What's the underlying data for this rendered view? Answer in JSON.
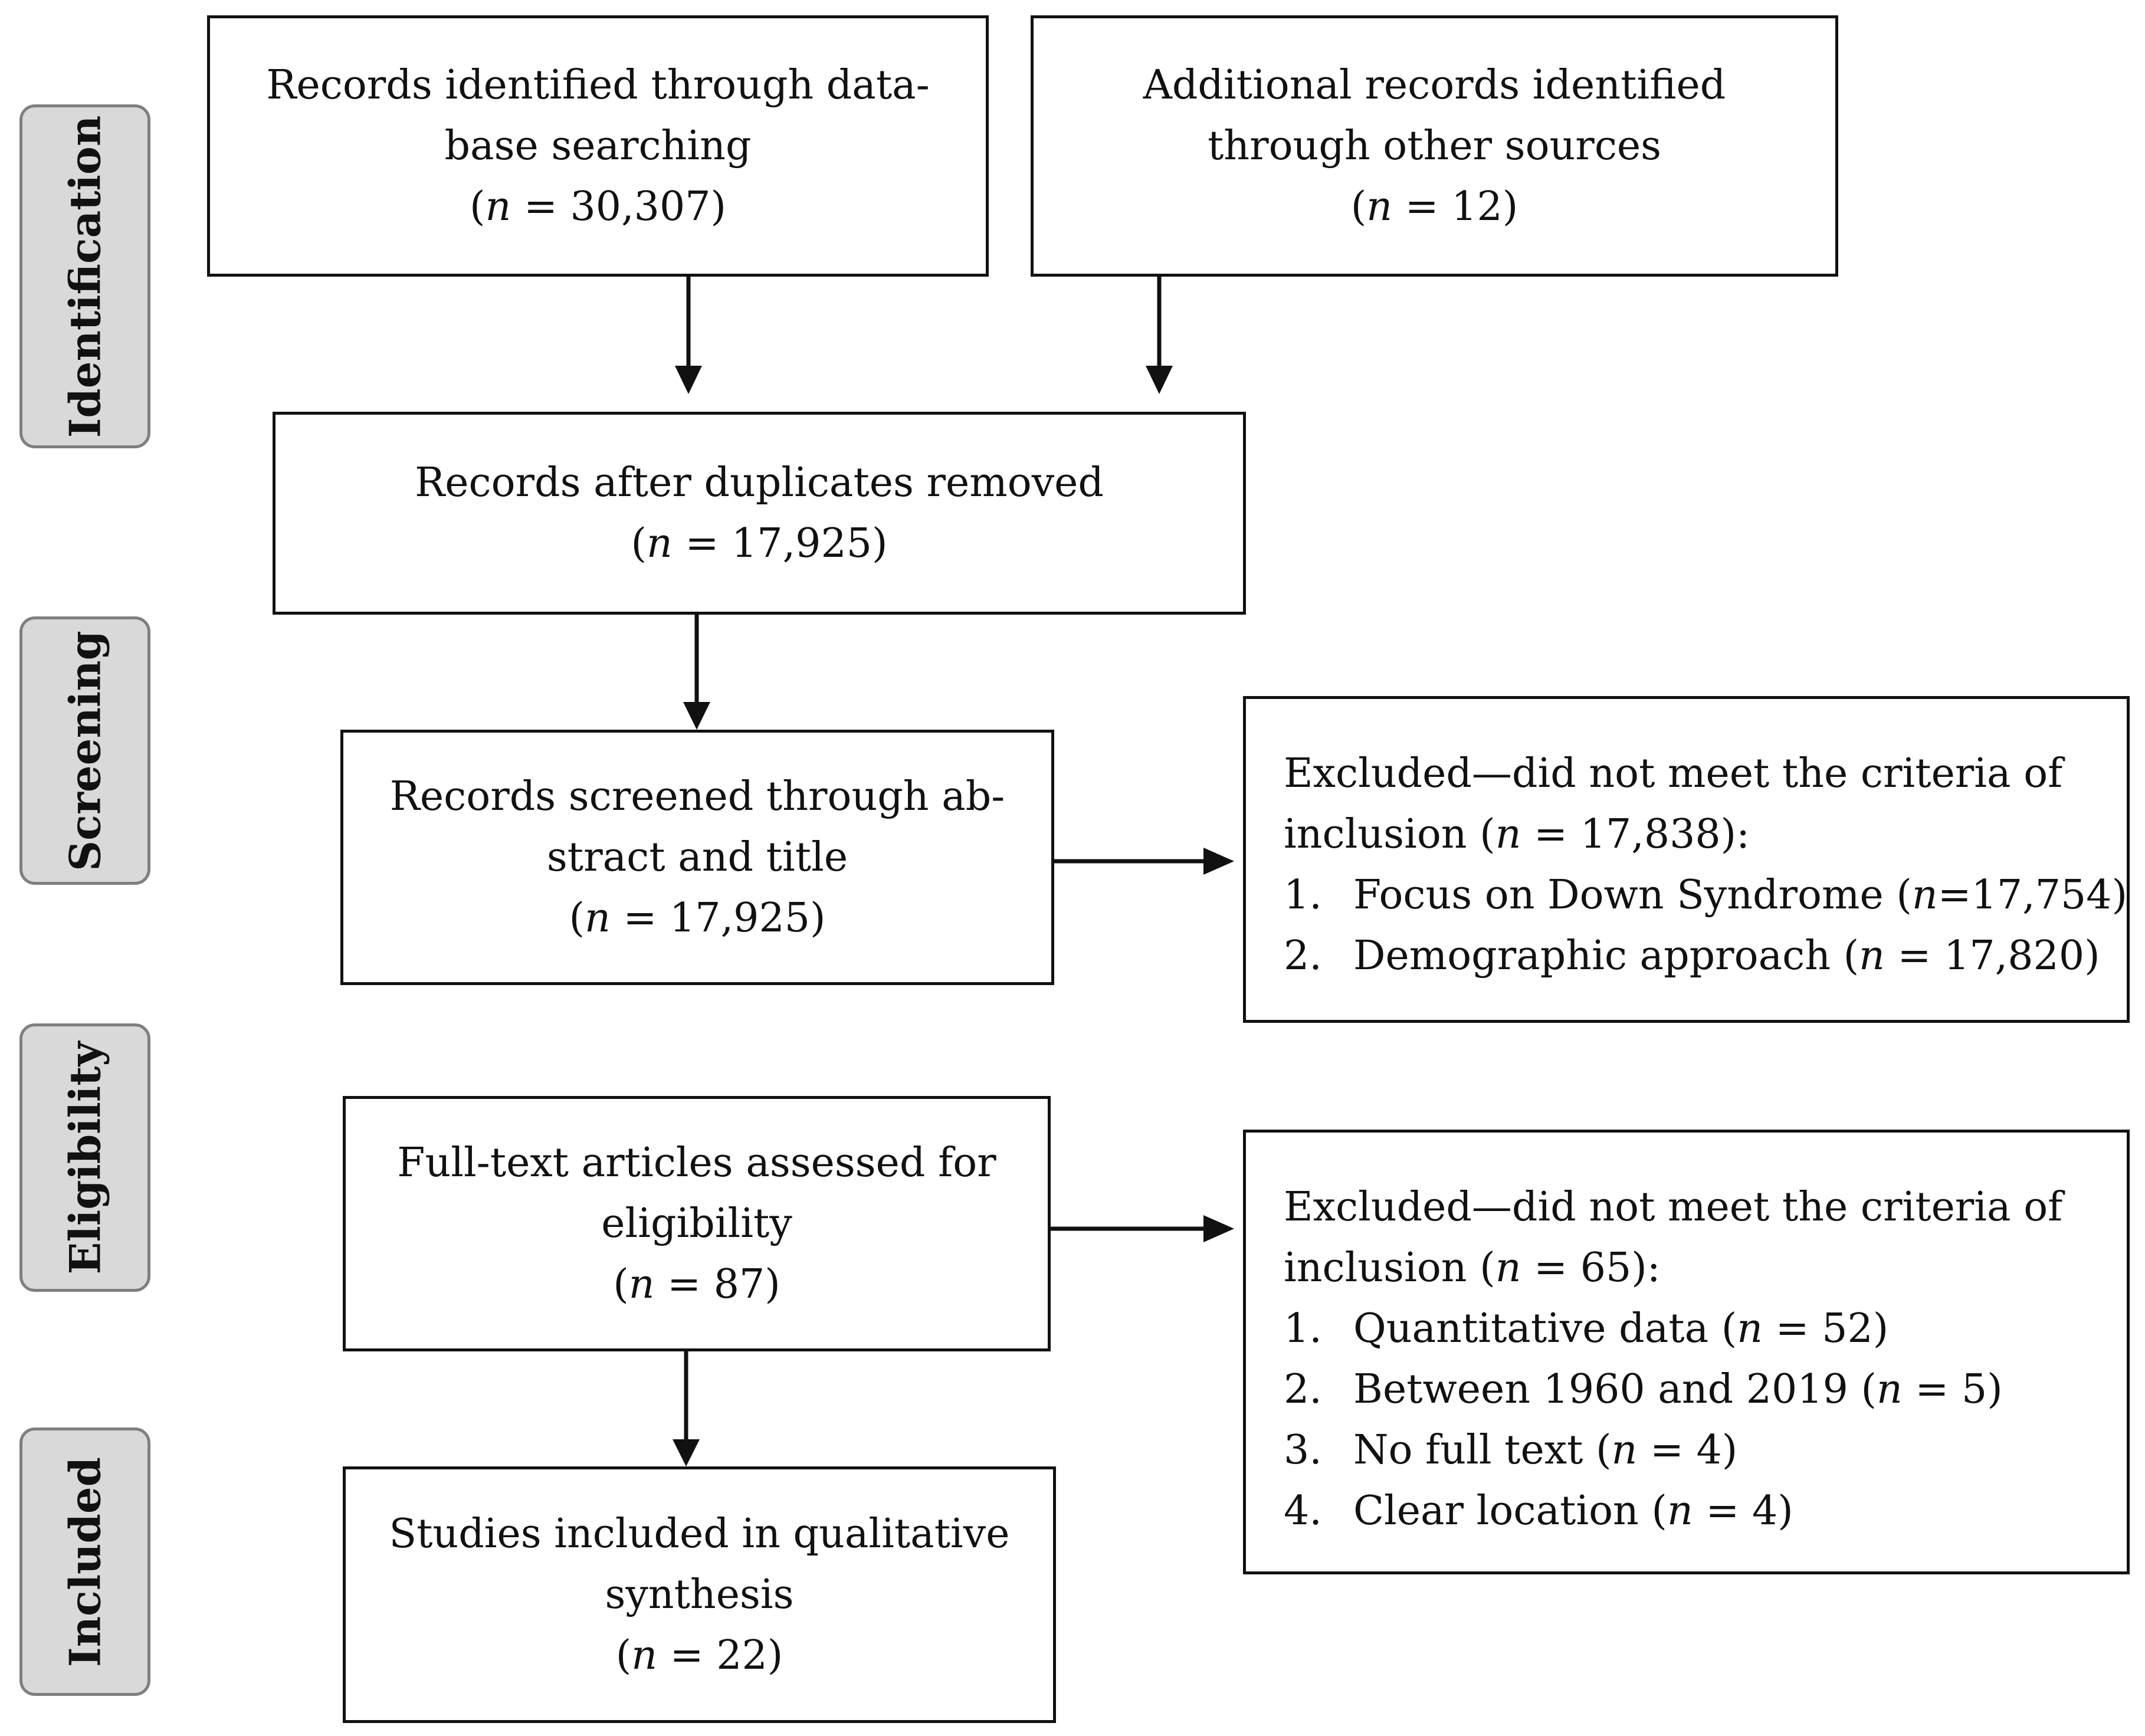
{
  "stages": {
    "identification": "Identification",
    "screening": "Screening",
    "eligibility": "Eligibility",
    "included": "Included"
  },
  "boxes": {
    "database": {
      "line1": "Records identified through data-",
      "line2": "base searching",
      "n_prefix": "(",
      "n_symbol": "n",
      "n_value": " = 30,307)"
    },
    "other_sources": {
      "line1": "Additional records identified",
      "line2": "through other sources",
      "n_prefix": "(",
      "n_symbol": "n",
      "n_value": " = 12)"
    },
    "duplicates_removed": {
      "line1": "Records after duplicates removed",
      "n_prefix": "(",
      "n_symbol": "n",
      "n_value": " = 17,925)"
    },
    "screened": {
      "line1": "Records screened through ab-",
      "line2": "stract and title",
      "n_prefix": "(",
      "n_symbol": "n",
      "n_value": " = 17,925)"
    },
    "excluded_screening": {
      "line1": "Excluded—did not meet the criteria of",
      "line2_prefix": "inclusion (",
      "line2_symbol": "n",
      "line2_value": " = 17,838):",
      "items": [
        {
          "num": "1.",
          "text": "Focus on Down Syndrome (",
          "symbol": "n",
          "value": "=17,754)"
        },
        {
          "num": "2.",
          "text": "Demographic approach (",
          "symbol": "n",
          "value": " = 17,820)"
        }
      ]
    },
    "full_text": {
      "line1": "Full-text articles assessed for",
      "line2": "eligibility",
      "n_prefix": "(",
      "n_symbol": "n",
      "n_value": " = 87)"
    },
    "excluded_eligibility": {
      "line1": "Excluded—did not meet the criteria of",
      "line2_prefix": "inclusion (",
      "line2_symbol": "n",
      "line2_value": " = 65):",
      "items": [
        {
          "num": "1.",
          "text": "Quantitative data (",
          "symbol": "n",
          "value": " = 52)"
        },
        {
          "num": "2.",
          "text": "Between 1960 and 2019 (",
          "symbol": "n",
          "value": " = 5)"
        },
        {
          "num": "3.",
          "text": "No full text (",
          "symbol": "n",
          "value": " = 4)"
        },
        {
          "num": "4.",
          "text": "Clear location (",
          "symbol": "n",
          "value": " = 4)"
        }
      ]
    },
    "included": {
      "line1": "Studies included in qualitative",
      "line2": "synthesis",
      "n_prefix": "(",
      "n_symbol": "n",
      "n_value": " = 22)"
    }
  }
}
